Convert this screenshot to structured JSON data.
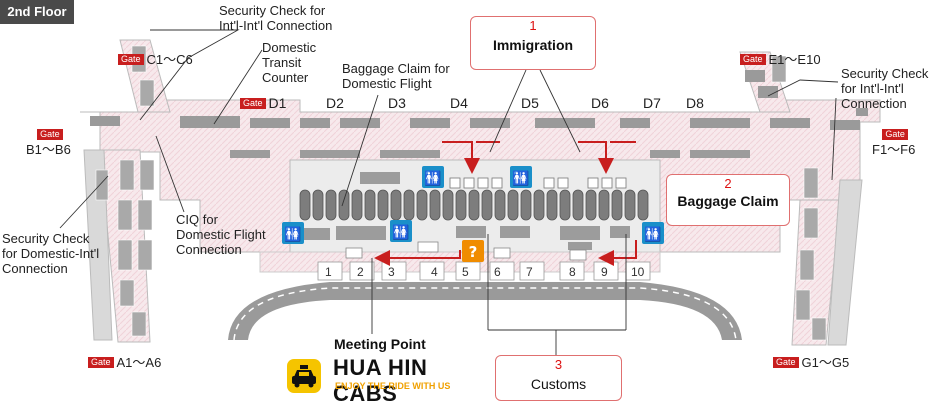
{
  "floor_label": "2nd Floor",
  "gate_badge": "Gate",
  "gates": {
    "c": "C1～C6",
    "e": "E1～E10",
    "b": "B1～B6",
    "f": "F1～F6",
    "a": "A1～A6",
    "g": "G1～G5"
  },
  "d_gates": [
    "D1",
    "D2",
    "D3",
    "D4",
    "D5",
    "D6",
    "D7",
    "D8"
  ],
  "numbers": [
    "1",
    "2",
    "3",
    "4",
    "5",
    "6",
    "7",
    "8",
    "9",
    "10"
  ],
  "labels": {
    "security_check_top": [
      "Security Check for",
      "Int'l-Int'l Connection"
    ],
    "domestic_transit": [
      "Domestic",
      "Transit",
      "Counter"
    ],
    "baggage_claim_domestic": [
      "Baggage Claim for",
      "Domestic Flight"
    ],
    "security_check_right": [
      "Security Check",
      "for Int'l-Int'l",
      "Connection"
    ],
    "security_check_left": [
      "Security Check",
      "for Domestic-Int'l",
      "Connection"
    ],
    "ciq": [
      "CIQ for",
      "Domestic Flight",
      "Connection"
    ]
  },
  "callouts": {
    "immigration": {
      "num": "1",
      "text": "Immigration"
    },
    "baggage_claim": {
      "num": "2",
      "text": "Baggage Claim"
    },
    "customs": {
      "num": "3",
      "text": "Customs"
    }
  },
  "meeting_point": "Meeting Point",
  "brand": {
    "name": "HUA HIN CABS",
    "tagline": "ENJOY THE RIDE WITH US"
  },
  "colors": {
    "accent_red": "#c81e1e",
    "toilet_blue": "#1a8fc9",
    "info_orange": "#f08c00",
    "brand_yellow": "#f5c400"
  }
}
